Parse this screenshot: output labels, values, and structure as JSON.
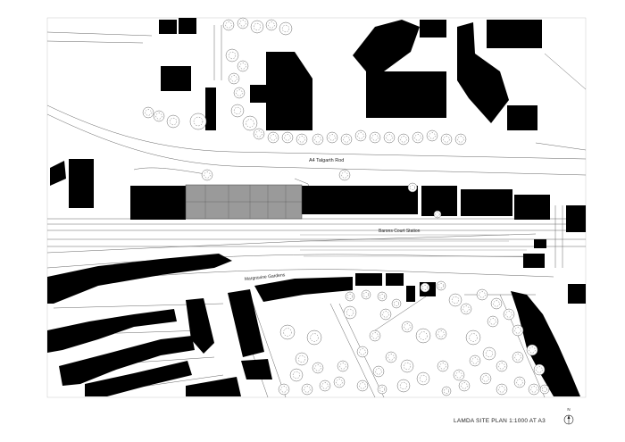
{
  "map": {
    "road_label": "A4 Talgarth Rod",
    "station_label": "Barons Court Station",
    "gardens_label": "Margravine Gardens"
  },
  "caption": "LAMDA SITE PLAN 1:1000 AT A3",
  "north_letter": "N",
  "colors": {
    "building": "#000000",
    "site_highlight": "#9a9a9a",
    "linework": "#555555",
    "background": "#ffffff"
  }
}
